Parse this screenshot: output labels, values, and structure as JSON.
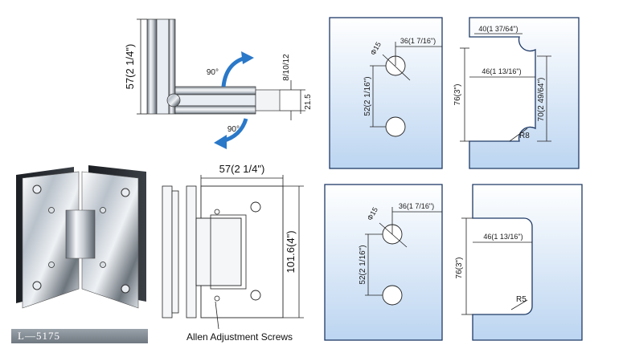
{
  "product": {
    "model_label": "L—5175"
  },
  "side_view": {
    "height_label": "57(2 1/4\")",
    "angle_top": "90°",
    "angle_bottom": "90°",
    "thickness_label": "8/10/12",
    "offset_label": "21.5",
    "rotate_arrow_color": "#2a78c8"
  },
  "front_view": {
    "width_label": "57(2 1/4\")",
    "height_label": "101.6(4\")",
    "callout": "Allen Adjustment Screws"
  },
  "glass_cutouts": [
    {
      "hole_diameter": "Φ15",
      "hole_offset": "36(1 7/16\")",
      "hole_spacing": "52(2 1/16\")"
    },
    {
      "notch_depth": "40(1 37/64\")",
      "notch_width": "46(1 13/16\")",
      "notch_height": "76(3\")",
      "notch_span": "70(2 49/64\")",
      "radius": "R8"
    },
    {
      "hole_diameter": "Φ15",
      "hole_offset": "36(1 7/16\")",
      "hole_spacing": "52(2 1/16\")"
    },
    {
      "notch_width": "46(1 13/16\")",
      "notch_height": "76(3\")",
      "radius": "R5"
    }
  ],
  "colors": {
    "glass_fill_top": "#ffffff",
    "glass_fill_bottom": "#bfd7f2",
    "plate_outline": "#1f3a66"
  }
}
